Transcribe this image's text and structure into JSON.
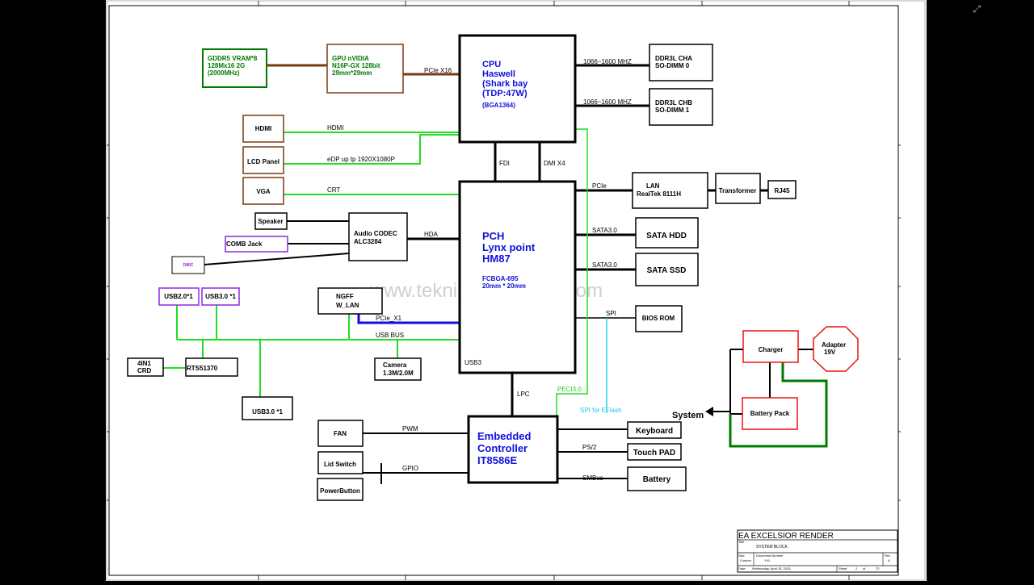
{
  "watermark": "www.teknisi-indonesia.com",
  "viewer": {
    "fullscreen_icon": "expand-arrows-icon"
  },
  "blocks": {
    "cpu": {
      "line1": "CPU",
      "line2": "Haswell",
      "line3": "(Shark bay",
      "line4": "(TDP:47W)",
      "line5": "(BGA1364)"
    },
    "pch": {
      "line1": "PCH",
      "line2": "Lynx point",
      "line3": "HM87",
      "line4": "FCBGA-695",
      "line5": "20mm * 20mm",
      "usb3": "USB3"
    },
    "ec": {
      "line1": "Embedded",
      "line2": "Controller",
      "line3": "IT8586E"
    },
    "vram": {
      "line1": "GDDR5  VRAM*8",
      "line2": "128Mx16 2G",
      "line3": "(2000MHz)"
    },
    "gpu": {
      "line1": "GPU nVIDIA",
      "line2": "N16P-GX 128bit",
      "line3": "29mm*29mm"
    },
    "ddr_a": {
      "line1": "DDR3L CHA",
      "line2": "SO-DIMM 0"
    },
    "ddr_b": {
      "line1": "DDR3L CHB",
      "line2": "SO-DIMM 1"
    },
    "hdmi": "HDMI",
    "lcd": "LCD Panel",
    "vga": "VGA",
    "speaker": "Speaker",
    "comb_jack": "COMB Jack",
    "dmic": "DMIC",
    "audio": {
      "line1": "Audio CODEC",
      "line2": "ALC3284"
    },
    "usb20": "USB2.0*1",
    "usb30a": "USB3.0 *1",
    "ngff": {
      "line1": "NGFF",
      "line2": "W_LAN"
    },
    "crd": {
      "line1": "4IN1",
      "line2": "CRD"
    },
    "rts": "RTS51370",
    "camera": {
      "line1": "Camera",
      "line2": "1.3M/2.0M"
    },
    "usb30b": "USB3.0 *1",
    "lan": {
      "line1": "LAN",
      "line2": "RealTek 8111H"
    },
    "transformer": "Transformer",
    "rj45": "RJ45",
    "hdd": "SATA HDD",
    "ssd": "SATA SSD",
    "bios": "BIOS ROM",
    "fan": "FAN",
    "lid": "Lid Switch",
    "power": "PowerButton",
    "keyboard": "Keyboard",
    "touchpad": "Touch PAD",
    "battery": "Battery",
    "charger": "Charger",
    "adapter": {
      "line1": "Adapter",
      "line2": "19V"
    },
    "battery_pack": "Battery Pack",
    "system": "System"
  },
  "signals": {
    "pcie_x16": "PCIe X16",
    "mem_a": "1066~1600 MHZ",
    "mem_b": "1066~1600 MHZ",
    "hdmi": "HDMI",
    "edp": "eDP up tp 1920X1080P",
    "crt": "CRT",
    "hda": "HDA",
    "fdi": "FDI",
    "dmi": "DMI X4",
    "pcie_lan": "PCIe",
    "sata_hdd": "SATA3.0",
    "sata_ssd": "SATA3.0",
    "spi": "SPI",
    "pcie_x1": "PCIe_X1",
    "usb_bus": "USB BUS",
    "lpc": "LPC",
    "peci": "PECI3.0",
    "spi_flash": "SPI for EFlash",
    "pwm": "PWM",
    "ps2": "PS/2",
    "gpio": "GPIO",
    "smbus": "SMBus"
  },
  "title_block": {
    "company": "EA EXCELSIOR RENDER",
    "title_label": "Title",
    "title": "SYSTEM BLOCK",
    "size_label": "Size",
    "size": "Custom",
    "docnum_label": "Document Number",
    "docnum": "Y41",
    "rev_label": "Rev",
    "rev": "A",
    "date_label": "Date:",
    "date": "Wednesday, April 15, 2015",
    "sheet_label": "Sheet",
    "sheet": "2",
    "of_label": "of",
    "total": "70"
  },
  "colors": {
    "green": "#22dd22",
    "dark_green": "#007a00",
    "brown": "#7a3a10",
    "blue": "#1010dd",
    "cyan": "#22d6f0",
    "purple": "#8a2be2",
    "red": "#ee1111"
  }
}
